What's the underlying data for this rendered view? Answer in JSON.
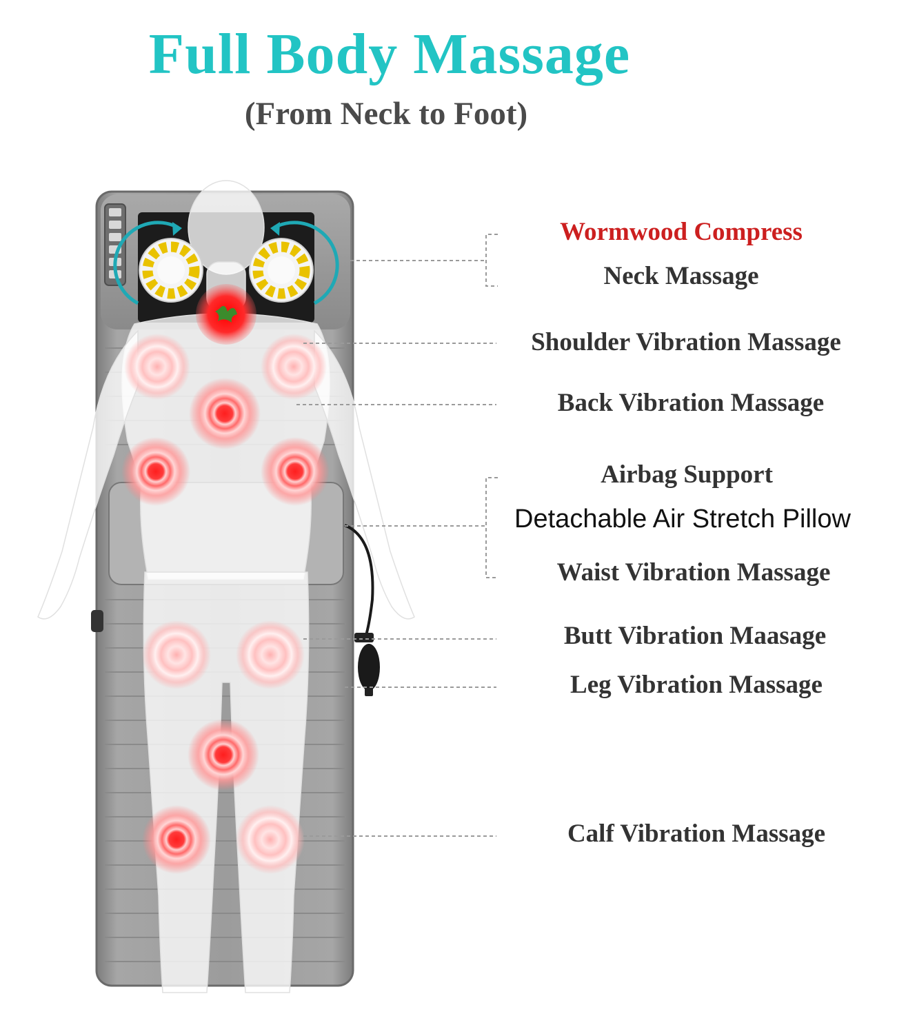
{
  "header": {
    "title": "Full Body Massage",
    "subtitle": "(From Neck to Foot)"
  },
  "colors": {
    "title": "#22c4c4",
    "highlight_label": "#cc1f1f",
    "label": "#333333",
    "mat": "#8e8e8e",
    "heat_point": "#ff3b3b"
  },
  "labels": {
    "wormwood": "Wormwood Compress",
    "neck": "Neck Massage",
    "shoulder": "Shoulder Vibration Massage",
    "back": "Back Vibration Massage",
    "airbag": "Airbag Support",
    "pillow": "Detachable Air Stretch Pillow",
    "waist": "Waist Vibration Massage",
    "butt": "Butt Vibration Maasage",
    "leg": "Leg Vibration Massage",
    "calf": "Calf Vibration Massage"
  }
}
